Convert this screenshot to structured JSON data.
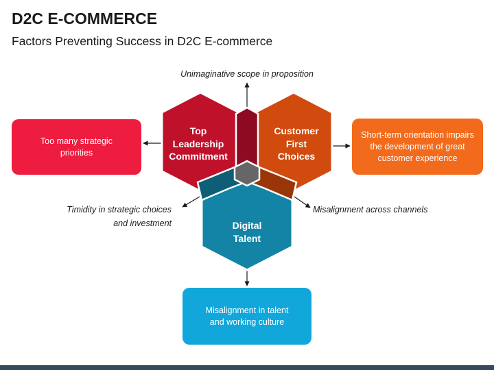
{
  "header": {
    "title": "D2C E-COMMERCE",
    "subtitle": "Factors Preventing Success in D2C E-commerce"
  },
  "diagram": {
    "hexagons": [
      {
        "name": "top-leadership",
        "lines": [
          "Top",
          "Leadership",
          "Commitment"
        ],
        "color": "#C0112B"
      },
      {
        "name": "customer-first",
        "lines": [
          "Customer",
          "First",
          "Choices"
        ],
        "color": "#D14A0E"
      },
      {
        "name": "digital-talent",
        "lines": [
          "Digital",
          "Talent"
        ],
        "color": "#1384A5"
      }
    ],
    "boxes": {
      "left": {
        "text": "Too many strategic priorities",
        "color": "#EE1C3F"
      },
      "right": {
        "text": "Short-term orientation impairs the development of great customer experience",
        "color": "#F26A1B"
      },
      "bottom": {
        "text": "Misalignment in talent and working culture",
        "color": "#11A7DB"
      }
    },
    "annotations": {
      "top": "Unimaginative scope in proposition",
      "left_line1": "Timidity in strategic choices",
      "left_line2": "and investment",
      "right": "Misalignment across channels"
    },
    "colors": {
      "connector_top": "#8E0A22",
      "connector_right": "#9A3508",
      "connector_left": "#0E5E78",
      "center": "#666666",
      "footer": "#34495E"
    }
  }
}
